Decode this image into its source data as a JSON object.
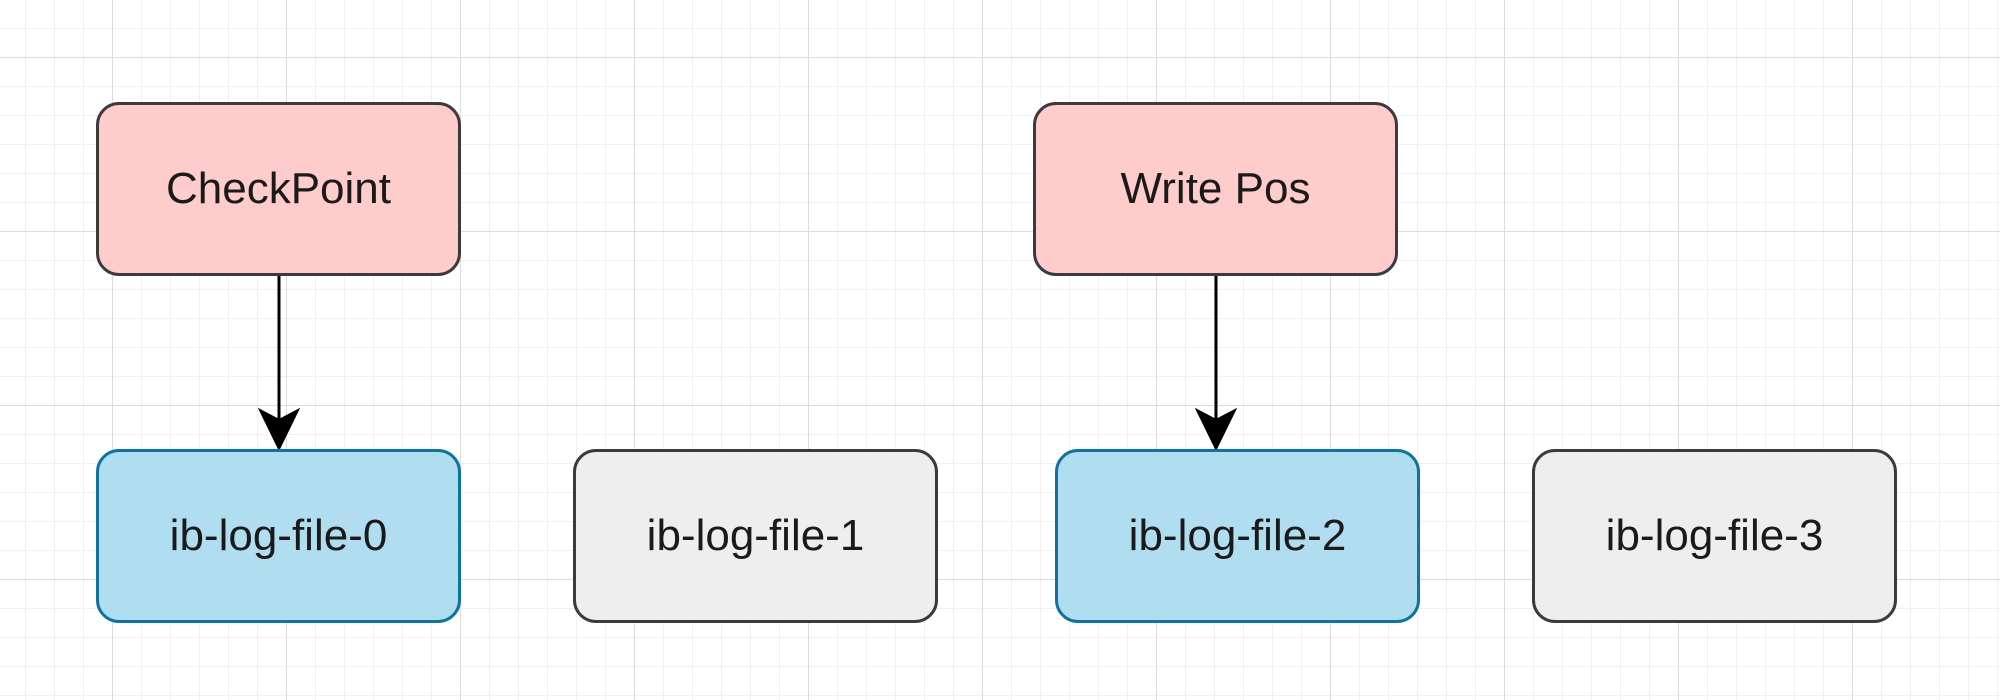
{
  "nodes": {
    "checkpoint": {
      "label": "CheckPoint"
    },
    "write_pos": {
      "label": "Write Pos"
    },
    "file0": {
      "label": "ib-log-file-0"
    },
    "file1": {
      "label": "ib-log-file-1"
    },
    "file2": {
      "label": "ib-log-file-2"
    },
    "file3": {
      "label": "ib-log-file-3"
    }
  },
  "edges": [
    {
      "from": "checkpoint",
      "to": "file0"
    },
    {
      "from": "write_pos",
      "to": "file2"
    }
  ],
  "colors": {
    "pointer_fill": "#ffcccc",
    "active_fill": "#b1ddf0",
    "active_stroke": "#10739e",
    "idle_fill": "#eeeeee",
    "stroke": "#3b3b3b"
  }
}
